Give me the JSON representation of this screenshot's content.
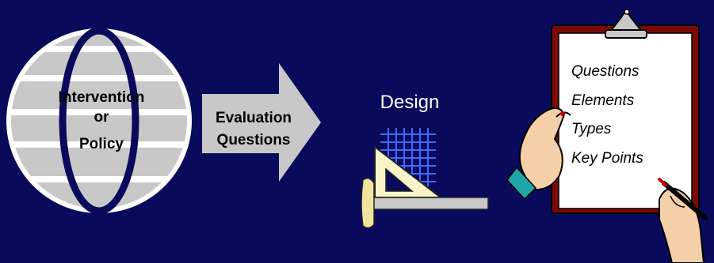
{
  "globe": {
    "lines": [
      "Intervention",
      "or",
      "Policy"
    ],
    "colors": {
      "fill": "#c8c8c8",
      "band": "#ffffff",
      "meridian": "#0a0a5c"
    }
  },
  "arrow": {
    "lines": [
      "Evaluation",
      "Questions"
    ],
    "colors": {
      "fill": "#c8c8c8"
    }
  },
  "design": {
    "title": "Design",
    "icon": "drafting-tools-icon"
  },
  "clipboard": {
    "items": [
      "Questions",
      "Elements",
      "Types",
      "Key Points"
    ],
    "colors": {
      "border": "#7a0a0a",
      "paper": "#ffffff",
      "clip": "#c8c8c8"
    }
  },
  "theme": {
    "background": "#0a0a5c"
  }
}
